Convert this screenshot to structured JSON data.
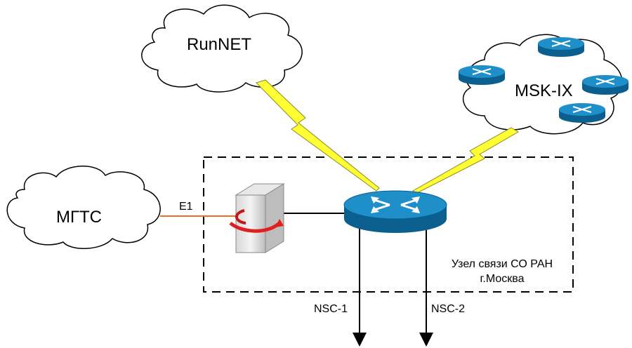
{
  "nodes": {
    "runnet": "RunNET",
    "mskix": "MSK-IX",
    "mgts": "МГТС"
  },
  "links": {
    "e1": "E1",
    "nsc1": "NSC-1",
    "nsc2": "NSC-2"
  },
  "site": {
    "line1": "Узел связи СО РАН",
    "line2": "г.Москва"
  },
  "colors": {
    "cloud_fill": "#ffffff",
    "cloud_stroke": "#000000",
    "lightning": "#ffff33",
    "e1_link": "#e8702a",
    "router": "#1f8fc9",
    "router_dark": "#0a5f8f"
  }
}
